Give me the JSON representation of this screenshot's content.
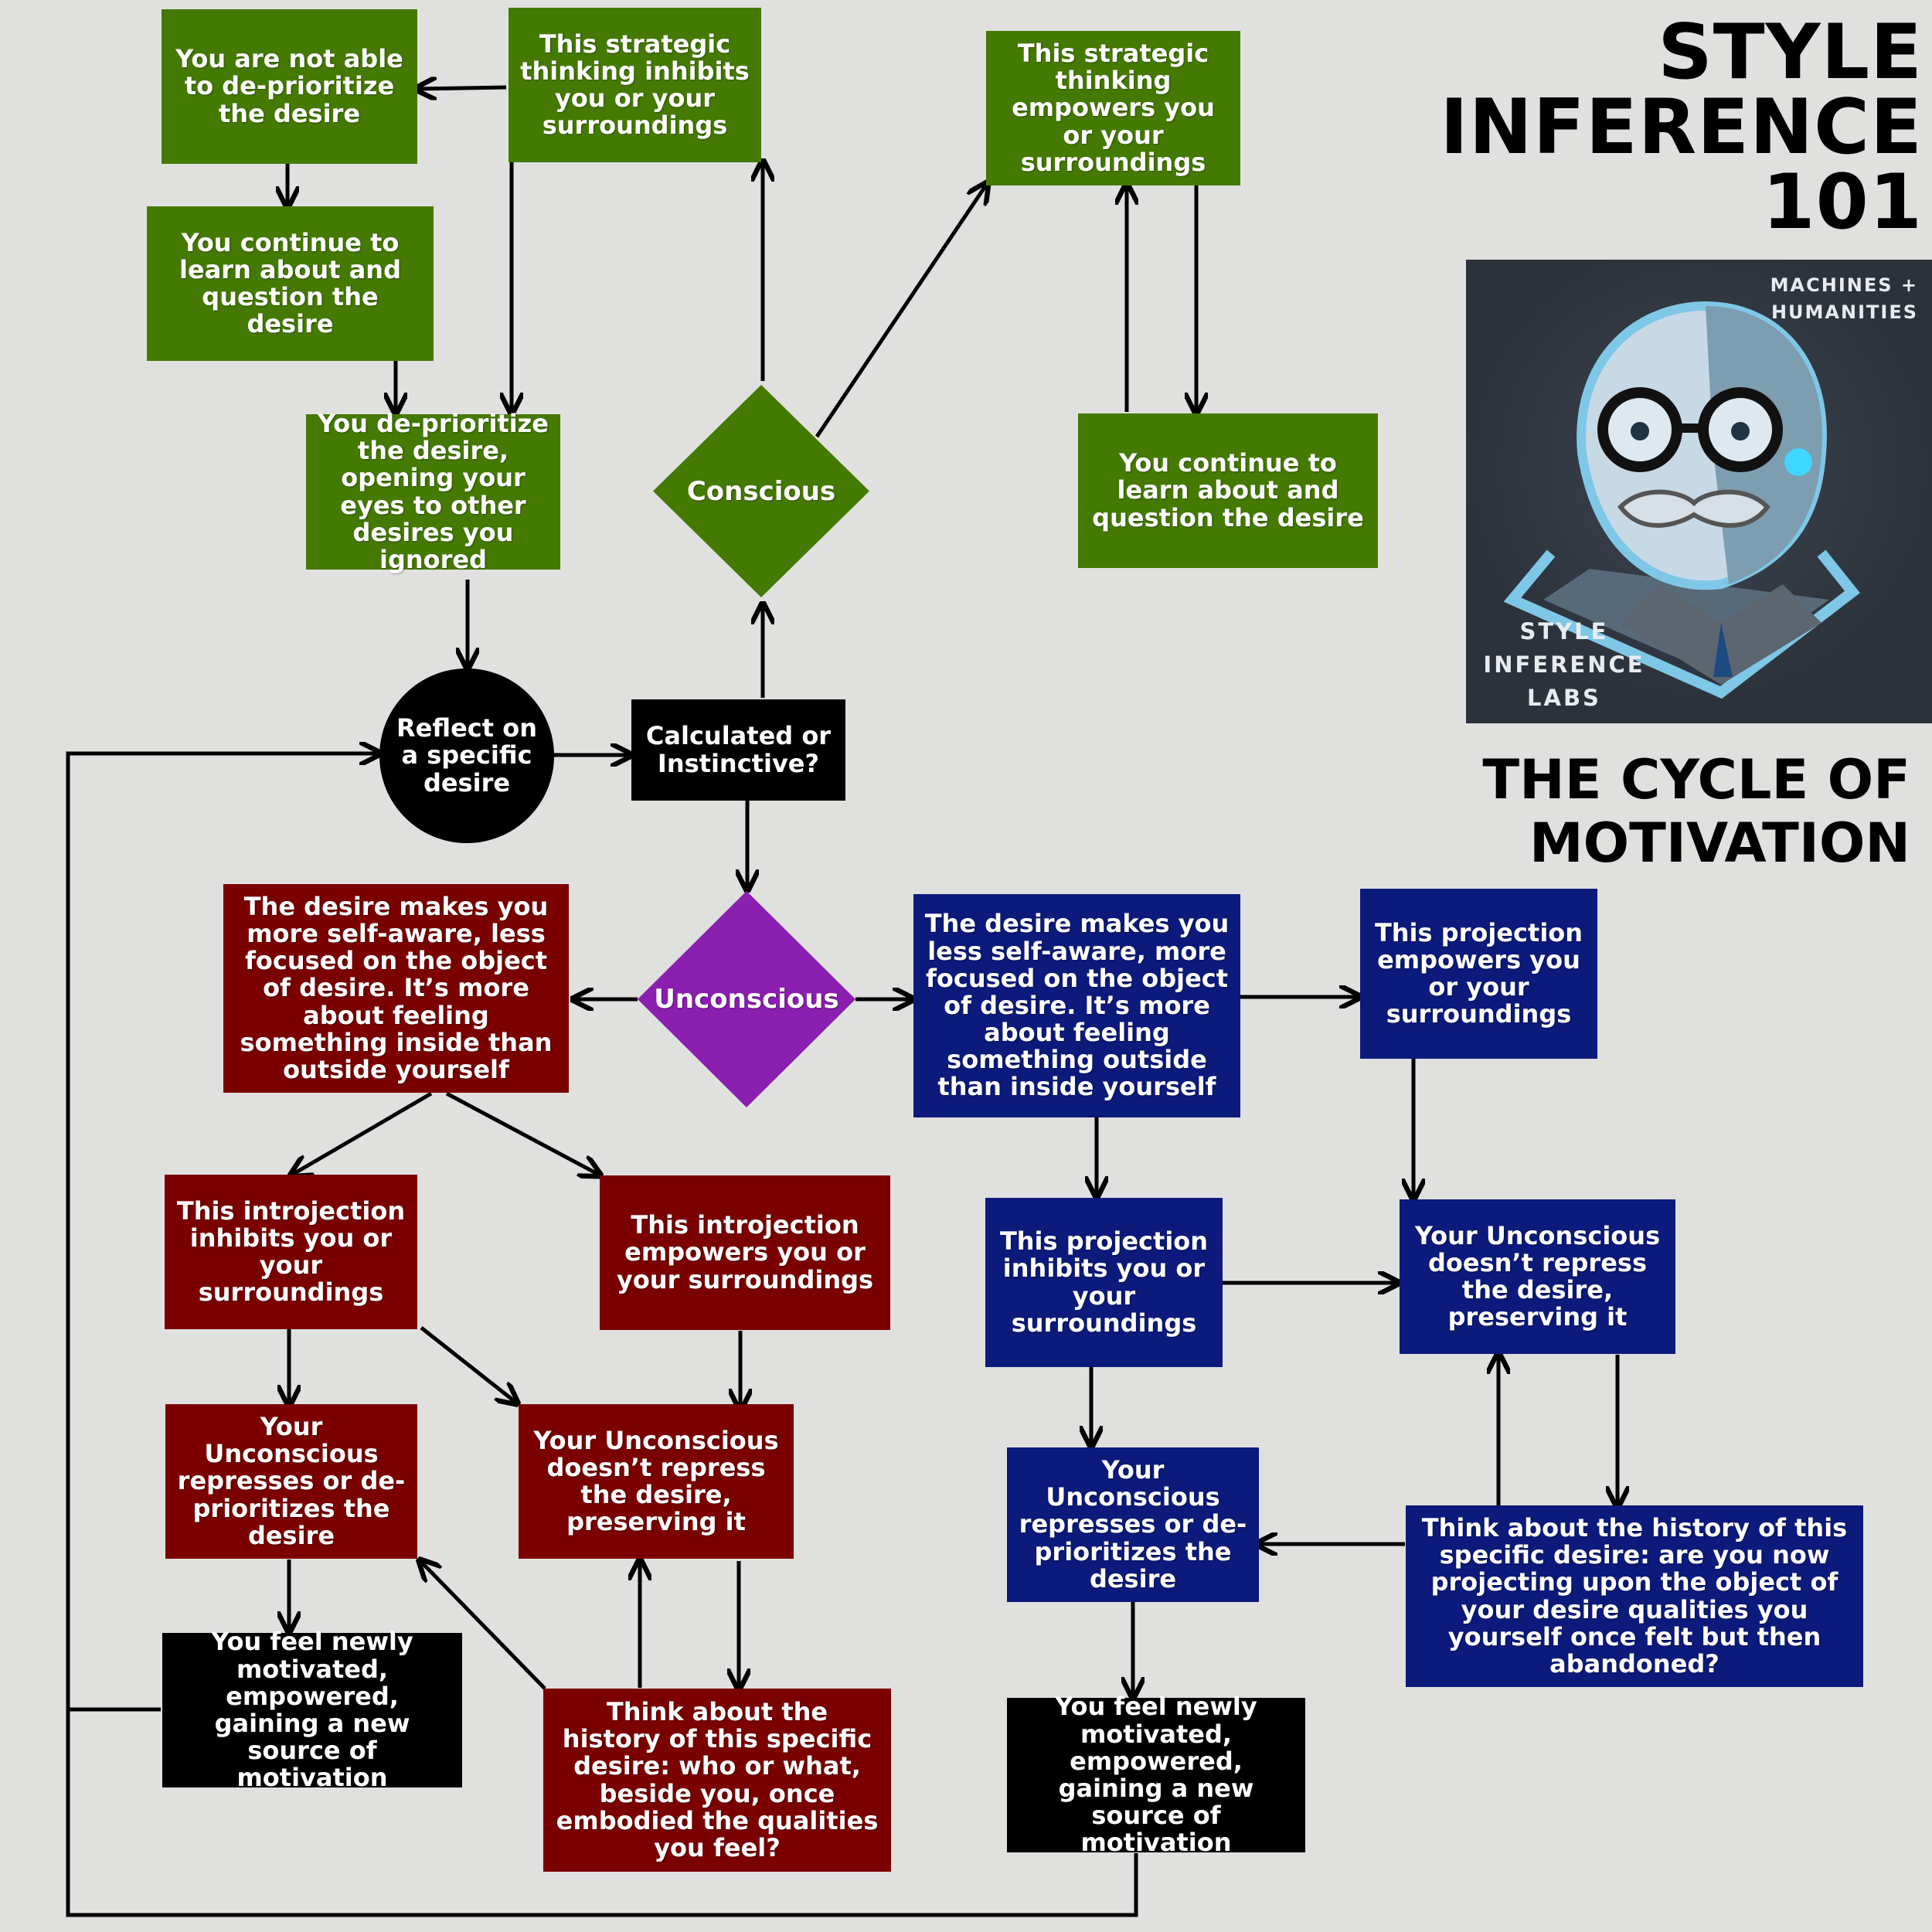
{
  "title_lines": [
    "STYLE",
    "INFERENCE",
    "101"
  ],
  "subtitle_lines": [
    "THE CYCLE OF",
    "MOTIVATION"
  ],
  "logo": {
    "top_lines": [
      "MACHINES +",
      "HUMANITIES"
    ],
    "bottom_lines": [
      "STYLE",
      "INFERENCE",
      "LABS"
    ]
  },
  "colors": {
    "background": "#e0e1df",
    "green": "#457a02",
    "red": "#7b0000",
    "blue": "#0c1a7c",
    "purple": "#8b1fb0",
    "black": "#000000"
  },
  "nodes": {
    "reflect": "Reflect on a specific desire",
    "calculated": "Calculated or Instinctive?",
    "conscious": "Conscious",
    "unconscious": "Unconscious",
    "green_not_able": "You are not able to de-prioritize the desire",
    "green_inhibits": "This strategic thinking inhibits you or your surroundings",
    "green_continue_left": "You continue to learn about and question the desire",
    "green_deprioritize": "You de-prioritize the desire, opening your eyes to other desires you ignored",
    "green_empowers": "This strategic thinking empowers you or your surroundings",
    "green_continue_right": "You continue to learn about and question the desire",
    "red_desire": "The desire makes you more self-aware, less focused on the object of desire. It’s more about feeling something inside than outside yourself",
    "red_introj_inhibits": "This introjection inhibits you or your surroundings",
    "red_introj_empowers": "This introjection empowers you or your surroundings",
    "red_represses": "Your Unconscious represses or de-prioritizes the desire",
    "red_not_repress": "Your Unconscious doesn’t repress the desire, preserving it",
    "red_history": "Think about the history of this specific desire: who or what, beside you, once embodied the qualities you feel?",
    "black_motivated_left": "You feel newly motivated, empowered, gaining a new source of motivation",
    "blue_desire": "The desire makes you less self-aware, more focused on the object of desire. It’s more about feeling something outside than inside yourself",
    "blue_proj_empowers": "This projection empowers you or your surroundings",
    "blue_proj_inhibits": "This projection inhibits you or your surroundings",
    "blue_not_repress": "Your Unconscious doesn’t repress the desire, preserving it",
    "blue_represses": "Your Unconscious represses or de-prioritizes the desire",
    "blue_history": "Think about the history of this specific desire: are you now projecting upon the object of your desire qualities you yourself once felt but then abandoned?",
    "black_motivated_right": "You feel newly motivated, empowered, gaining a new source of motivation"
  }
}
